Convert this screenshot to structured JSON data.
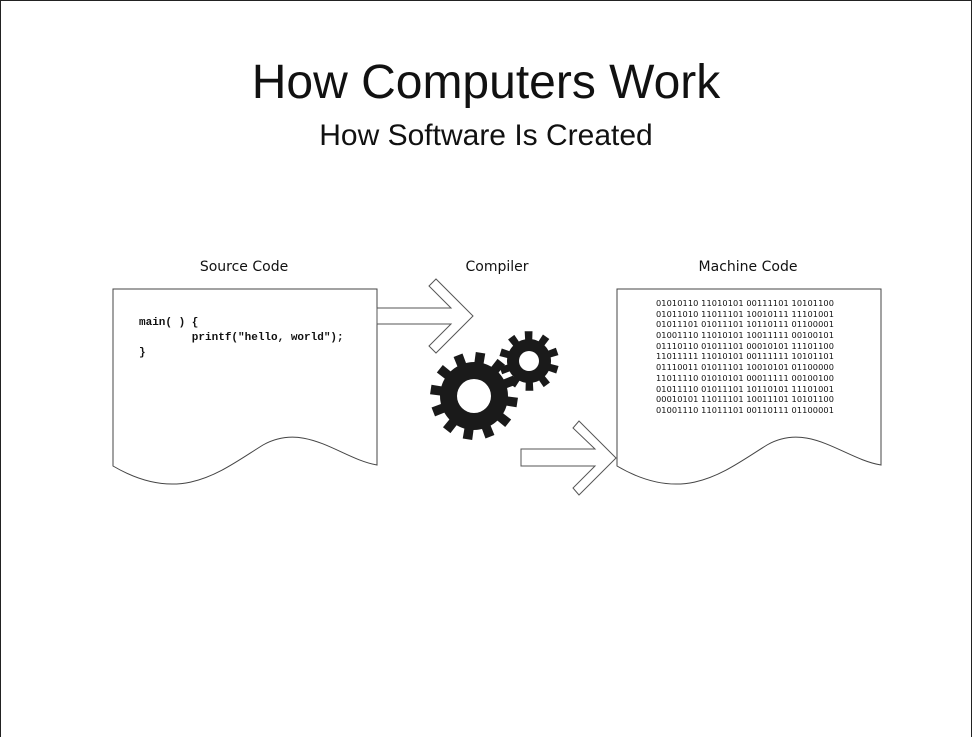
{
  "slide": {
    "title": "How Computers Work",
    "subtitle": "How Software Is Created"
  },
  "diagram": {
    "source_label": "Source Code",
    "compiler_label": "Compiler",
    "machine_label": "Machine Code",
    "source_code_lines": [
      "main( ) {",
      "        printf(\"hello, world\");",
      "}"
    ],
    "machine_code_lines": [
      "01010110 11010101 00111101 10101100",
      "01011010 11011101 10010111 11101001",
      "01011101 01011101 10110111 01100001",
      "01001110 11010101 10011111 00100101",
      "01110110 01011101 00010101 11101100",
      "11011111 11010101 00111111 10101101",
      "01110011 01011101 10010101 01100000",
      "11011110 01010101 00011111 00100100",
      "01011110 01011101 10110101 11101001",
      "00010101 11011101 10011101 10101100",
      "01001110 11011101 00110111 01100001"
    ],
    "icons": [
      "document-icon",
      "arrow-right-icon",
      "gear-icon"
    ]
  }
}
